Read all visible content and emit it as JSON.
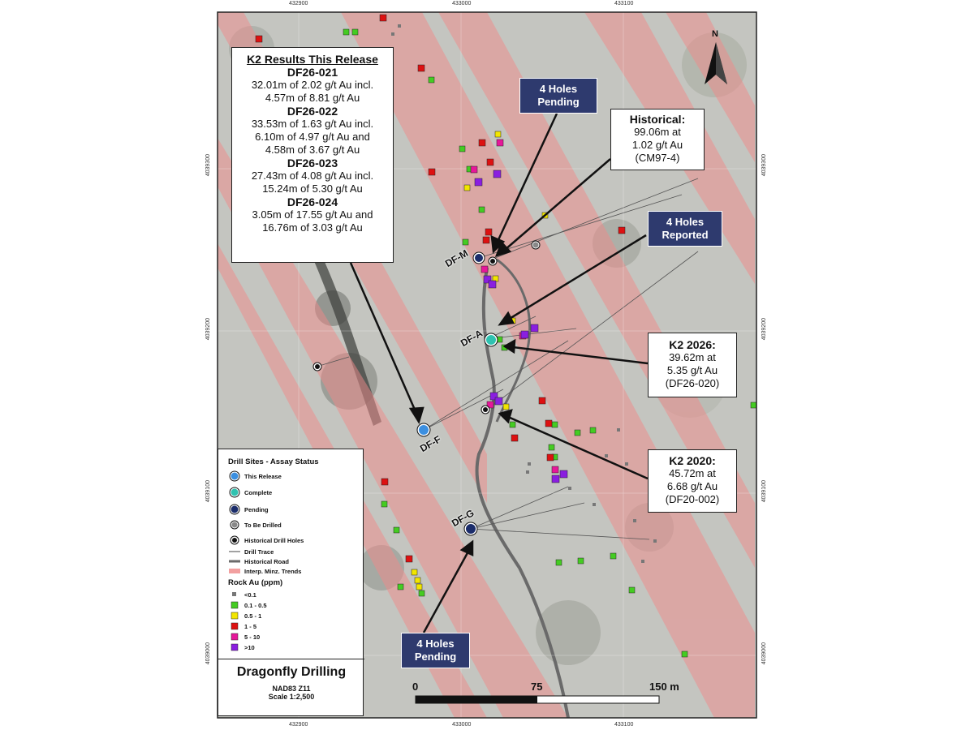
{
  "grid_labels": {
    "top": [
      "432900",
      "433000",
      "433100"
    ],
    "bottom": [
      "432900",
      "433000",
      "433100"
    ],
    "left": [
      "4039300",
      "4039200",
      "4039100",
      "4039000"
    ],
    "right": [
      "4039300",
      "4039200",
      "4039100",
      "4039000"
    ]
  },
  "north_label": "N",
  "results_box": {
    "title": "K2 Results This Release",
    "holes": [
      {
        "id": "DF26-021",
        "lines": [
          "32.01m of 2.02 g/t Au incl.",
          "4.57m of 8.81 g/t Au"
        ]
      },
      {
        "id": "DF26-022",
        "lines": [
          "33.53m of 1.63 g/t Au incl.",
          "6.10m of 4.97 g/t Au and",
          "4.58m of 3.67 g/t Au"
        ]
      },
      {
        "id": "DF26-023",
        "lines": [
          "27.43m of 4.08 g/t Au incl.",
          "15.24m of 5.30 g/t Au"
        ]
      },
      {
        "id": "DF26-024",
        "lines": [
          "3.05m of 17.55 g/t Au and",
          "16.76m of 3.03 g/t Au"
        ]
      }
    ]
  },
  "callouts": {
    "pending_top": [
      "4 Holes",
      "Pending"
    ],
    "pending_bottom": [
      "4 Holes",
      "Pending"
    ],
    "reported": [
      "4 Holes",
      "Reported"
    ],
    "historical": {
      "title": "Historical:",
      "lines": [
        "99.06m at",
        "1.02 g/t Au",
        "(CM97-4)"
      ]
    },
    "k2_2026": {
      "title": "K2 2026:",
      "lines": [
        "39.62m at",
        "5.35 g/t Au",
        "(DF26-020)"
      ]
    },
    "k2_2020": {
      "title": "K2 2020:",
      "lines": [
        "45.72m at",
        "6.68 g/t Au",
        "(DF20-002)"
      ]
    }
  },
  "sites": {
    "dfm": "DF-M",
    "dfa": "DF-A",
    "dff": "DF-F",
    "dfg": "DF-G"
  },
  "legend": {
    "title": "Drill Sites - Assay Status",
    "items": [
      "This Release",
      "Complete",
      "Pending",
      "To Be Drilled",
      "Historical Drill Holes",
      "Drill Trace",
      "Historical Road",
      "Interp. Minz. Trends"
    ],
    "rock_title": "Rock Au (ppm)",
    "rock_items": [
      "<0.1",
      "0.1 - 0.5",
      "0.5 - 1",
      "1 - 5",
      "5 - 10",
      ">10"
    ],
    "colors": {
      "this_release": "#3b8fe0",
      "complete": "#2fc2b0",
      "pending": "#1b2d6b",
      "to_be_drilled": "#888888",
      "historical": "#111111",
      "trend": "#f2a0a0",
      "rock": [
        "#777777",
        "#44cc22",
        "#f2e600",
        "#dd1111",
        "#e6179a",
        "#8a1ee0"
      ]
    }
  },
  "title_block": {
    "title": "Dragonfly Drilling",
    "datum": "NAD83 Z11",
    "scale": "Scale 1:2,500"
  },
  "scale_bar": {
    "labels": [
      "0",
      "75",
      "150 m"
    ]
  }
}
